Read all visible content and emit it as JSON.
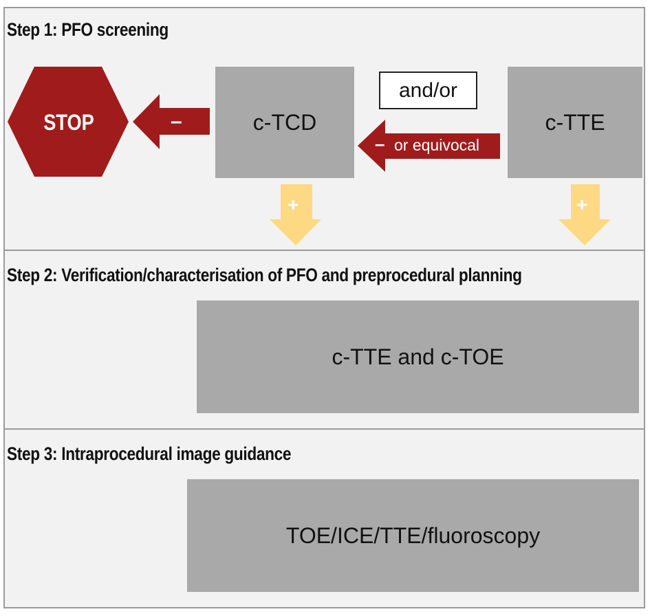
{
  "colors": {
    "panel_bg": "#f2f2f2",
    "panel_border": "#9a9a9a",
    "box_fill": "#a9a9a9",
    "stop_red": "#a01c1c",
    "arrow_red": "#a01c1c",
    "arrow_yellow": "#fdd983"
  },
  "step1": {
    "title": "Step 1: PFO screening",
    "stop_label": "STOP",
    "ctcd_label": "c-TCD",
    "ctte_label": "c-TTE",
    "andor_label": "and/or",
    "arrow_to_stop_sign": "–",
    "arrow_to_ctcd_sign": "–",
    "arrow_to_ctcd_text": "or equivocal",
    "plus_sign_left": "+",
    "plus_sign_right": "+"
  },
  "step2": {
    "title": "Step 2: Verification/characterisation of PFO and preprocedural planning",
    "box_label": "c-TTE and c-TOE"
  },
  "step3": {
    "title": "Step 3: Intraprocedural image guidance",
    "box_label": "TOE/ICE/TTE/fluoroscopy"
  }
}
